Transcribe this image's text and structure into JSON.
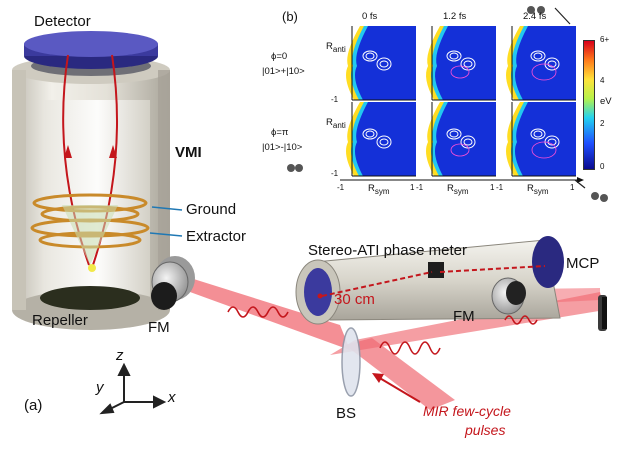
{
  "labels": {
    "detector": "Detector",
    "vmi": "VMI",
    "ground": "Ground",
    "extractor": "Extractor",
    "repeller": "Repeller",
    "fm_left": "FM",
    "fm_right": "FM",
    "stereo_ati": "Stereo-ATI phase meter",
    "distance": "30 cm",
    "mcp": "MCP",
    "bs": "BS",
    "pulses_line1": "MIR few-cycle",
    "pulses_line2": "pulses",
    "panel_a": "(a)",
    "axis_z": "z",
    "axis_y": "y",
    "axis_x": "x"
  },
  "panel_b": {
    "label": "(b)",
    "times": [
      "0 fs",
      "1.2 fs",
      "2.4 fs"
    ],
    "rows": [
      {
        "phase": "ϕ=0",
        "state": "|01>+|10>"
      },
      {
        "phase": "ϕ=π",
        "state": "|01>-|10>"
      }
    ],
    "y_axis_label": "R",
    "y_axis_sub": "anti",
    "x_axis_label": "R",
    "x_axis_sub": "sym",
    "tick_neg": "-1",
    "tick_pos": "1",
    "colorbar": {
      "unit": "eV",
      "ticks": [
        "6+",
        "4",
        "2",
        "0"
      ]
    }
  },
  "colors": {
    "laser": "#e5242b",
    "beam": "#e8505a",
    "detector": "#3b3a9e",
    "electrode": "#c98a2a",
    "cylinder": "#d9d6cc",
    "accent_blue": "#1f78b4"
  }
}
